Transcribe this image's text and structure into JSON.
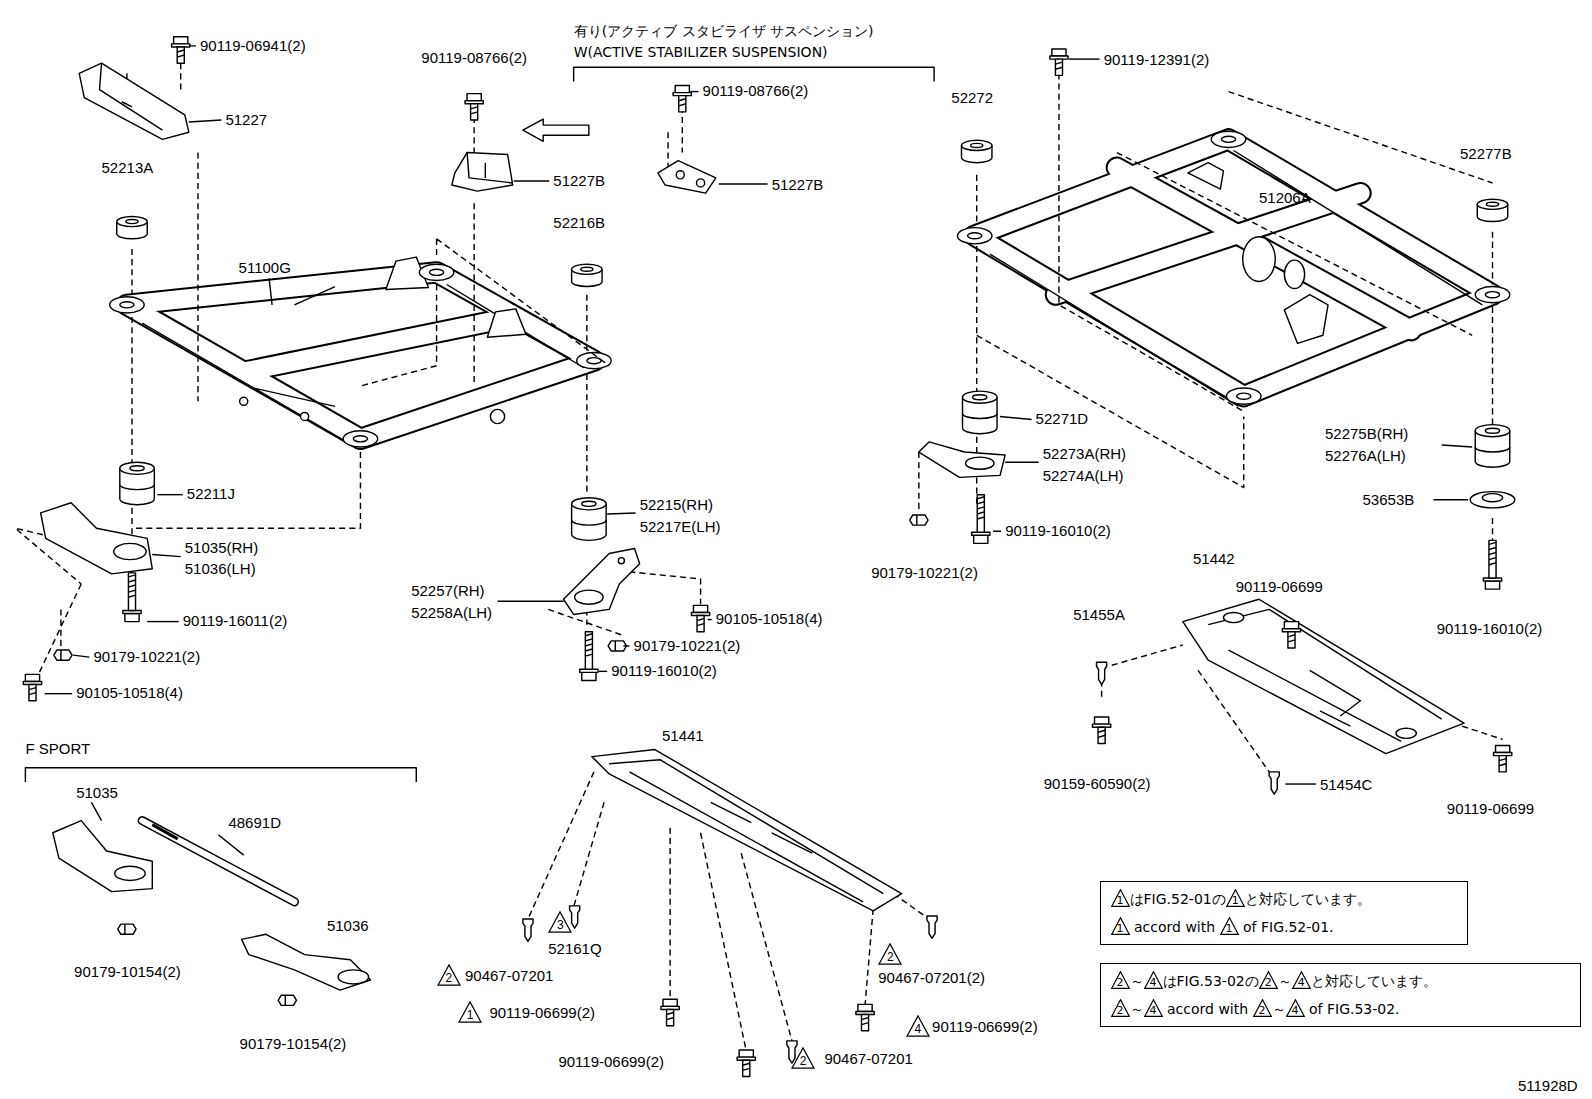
{
  "diagram": {
    "nodes": [
      {
        "text": [
          "1はFIG.52-01の1と対応しています。",
          "1 accord with 1 of FIG.52-01."
        ]
      },
      {
        "text": [
          "2～4はFIG.53-02の2～4と対応しています。",
          "2～4 accord with 2～4 of FIG.53-02."
        ]
      }
    ],
    "labels": [
      "90119-06941(2)",
      "51227",
      "52213A",
      "90119-08766(2)",
      "有り(アクティブ スタビライザ サスペンション)",
      "W(ACTIVE STABILIZER SUSPENSION)",
      "90119-08766(2)",
      "51227B",
      "51227B",
      "52216B",
      "51100G",
      "52211J",
      "51035(RH)",
      "51036(LH)",
      "90119-16011(2)",
      "90179-10221(2)",
      "90105-10518(4)",
      "52215(RH)",
      "52217E(LH)",
      "52257(RH)",
      "52258A(LH)",
      "90105-10518(4)",
      "90179-10221(2)",
      "90119-16010(2)",
      "90119-12391(2)",
      "52272",
      "52277B",
      "51206A",
      "52271D",
      "52273A(RH)",
      "52274A(LH)",
      "52275B(RH)",
      "52276A(LH)",
      "53653B",
      "90119-16010(2)",
      "90179-10221(2)",
      "51442",
      "90119-06699",
      "51455A",
      "90119-16010(2)",
      "90159-60590(2)",
      "51454C",
      "90119-06699",
      "F SPORT",
      "51035",
      "48691D",
      "51036",
      "90179-10154(2)",
      "90179-10154(2)",
      "51441",
      "3",
      "52161Q",
      "2",
      "90467-07201",
      "2",
      "90467-07201(2)",
      "1",
      "90119-06699(2)",
      "4",
      "90119-06699(2)",
      "90119-06699(2)",
      "2",
      "90467-07201",
      "511928D"
    ]
  }
}
